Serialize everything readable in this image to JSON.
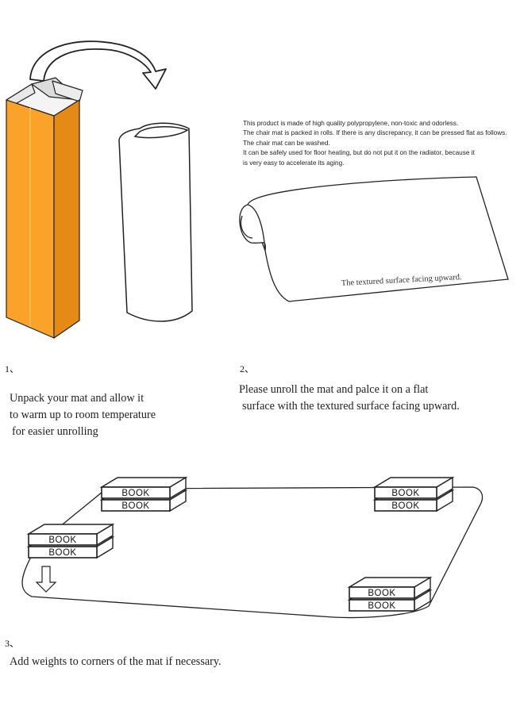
{
  "colors": {
    "box": "#fba22b",
    "box_dark": "#e58a14",
    "stroke": "#222222"
  },
  "notes": [
    "This product is made of high quality polypropylene, non-toxic and odorless.",
    "The chair mat is packed in rolls. If there is any discrepancy, it can be pressed flat as follows.",
    "The chair mat can be washed.",
    "It can be safely used for floor heating, but do not put it on the radiator, because it",
    "is very easy to accelerate its aging."
  ],
  "surface_label": "The textured surface facing upward.",
  "steps": [
    {
      "number": "1、",
      "lines": [
        "Unpack your mat and allow it",
        "to warm up to room temperature",
        "for easier unrolling"
      ]
    },
    {
      "number": "2、",
      "lines": [
        "Please unroll the mat and palce it on a flat",
        "surface with the textured surface facing upward."
      ]
    },
    {
      "number": "3、",
      "lines": [
        "Add weights to corners of  the mat if necessary."
      ]
    }
  ],
  "book_label": "BOOK",
  "icons": {
    "curved_arrow": "curved-arrow-icon",
    "down_arrow": "down-arrow-icon"
  }
}
